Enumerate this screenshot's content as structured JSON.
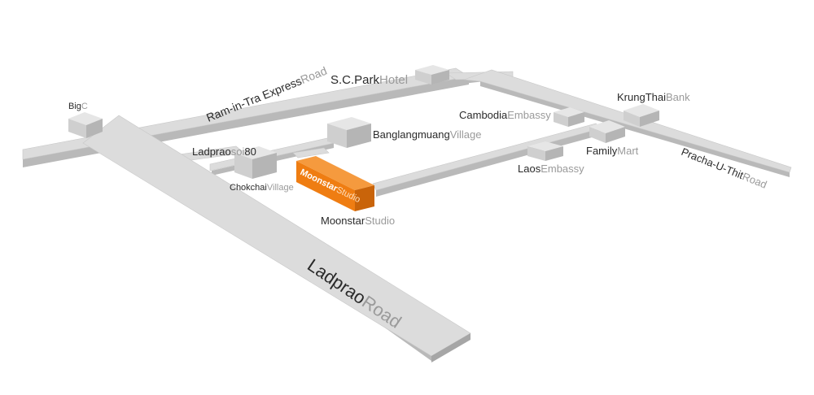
{
  "roads": {
    "ladprao_road": {
      "main": "Ladprao",
      "sub": "Road"
    },
    "ram_in_tra": {
      "main": "Ram-in-Tra Express",
      "sub": "Road"
    },
    "pracha_u_thit": {
      "main": "Pracha-U-Thit",
      "sub": "Road"
    },
    "ladprao_soi80": {
      "main": "Ladprao",
      "sub": "soi",
      "num": "80"
    }
  },
  "places": {
    "bigc": {
      "main": "Big",
      "sub": "C"
    },
    "sc_park": {
      "main": "S.C.Park",
      "sub": "Hotel"
    },
    "krungthai": {
      "main": "KrungThai",
      "sub": "Bank"
    },
    "cambodia": {
      "main": "Cambodia",
      "sub": "Embassy"
    },
    "familymart": {
      "main": "Family",
      "sub": "Mart"
    },
    "laos": {
      "main": "Laos",
      "sub": "Embassy"
    },
    "banglangmuang": {
      "main": "Banglangmuang",
      "sub": "Village"
    },
    "chokchai": {
      "main": "Chokchai",
      "sub": "Village"
    },
    "moonstar": {
      "main": "Moonstar",
      "sub": "Studio"
    },
    "moonstar_building": {
      "main": "Moonstar",
      "sub": "Studio"
    }
  },
  "colors": {
    "highlight": "#ef7d12",
    "highlight_dark": "#c9640a",
    "road": "#dcdcdc",
    "block": "#d9d9d9",
    "text_dark": "#2a2a2a",
    "text_light": "#9a9a9a"
  }
}
